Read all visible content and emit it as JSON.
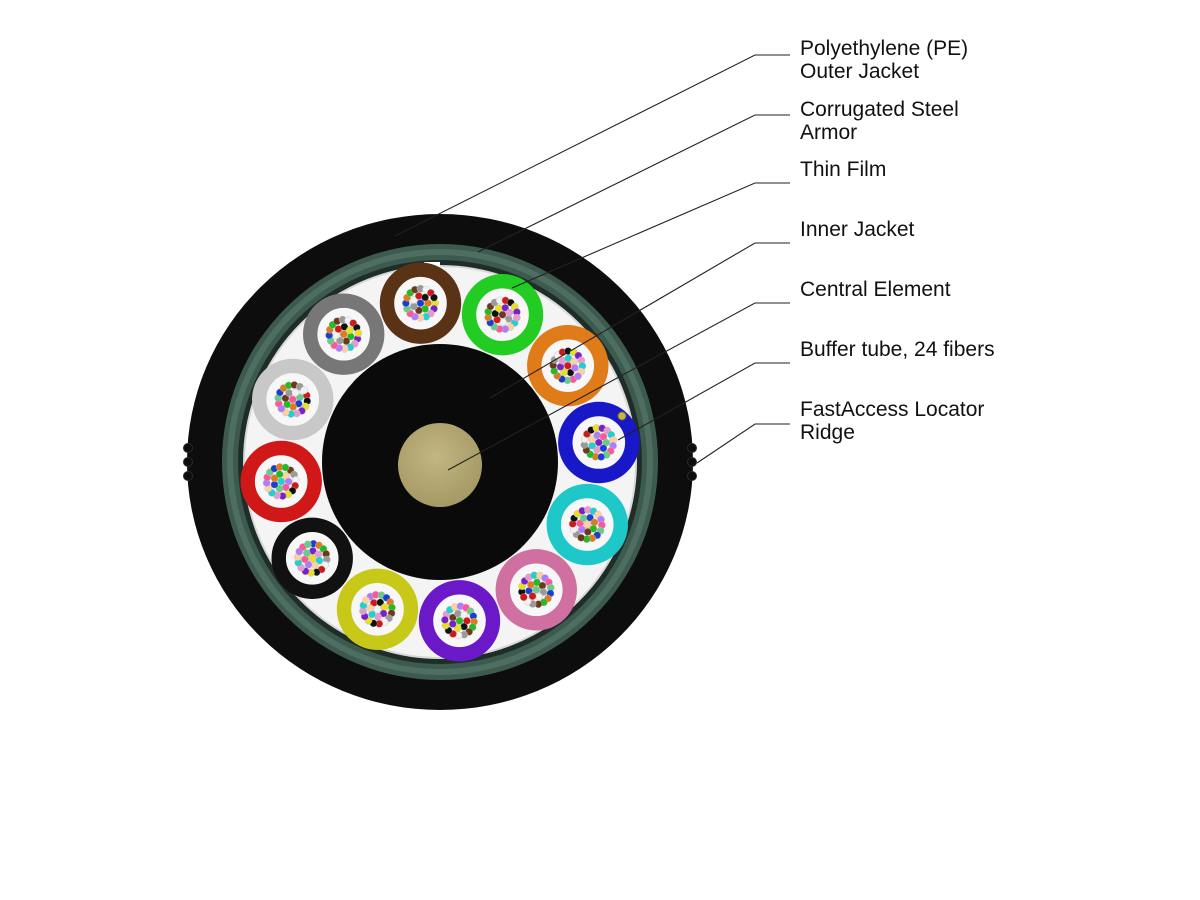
{
  "labels": [
    {
      "lines": [
        "Polyethylene (PE)",
        "Outer Jacket"
      ]
    },
    {
      "lines": [
        "Corrugated Steel",
        "Armor"
      ]
    },
    {
      "lines": [
        "Thin Film"
      ]
    },
    {
      "lines": [
        "Inner Jacket"
      ]
    },
    {
      "lines": [
        "Central Element"
      ]
    },
    {
      "lines": [
        "Buffer tube, 24 fibers"
      ]
    },
    {
      "lines": [
        "FastAccess Locator",
        "Ridge"
      ]
    }
  ],
  "colors": {
    "outer_jacket": "#0d0d0d",
    "armor": "#3d5a4f",
    "thin_film": "#f4f4f4",
    "inner_jacket": "#0a0a0a",
    "central_element": "#b5a874",
    "locator": "#c9b93a"
  },
  "buffer_tubes": [
    {
      "color": "#5a3316"
    },
    {
      "color": "#22cc22"
    },
    {
      "color": "#e07b1a"
    },
    {
      "color": "#1818c8"
    },
    {
      "color": "#1ec8c8"
    },
    {
      "color": "#d070a0"
    },
    {
      "color": "#6a18c8"
    },
    {
      "color": "#c8c818"
    },
    {
      "color": "#111111"
    },
    {
      "color": "#d01818"
    },
    {
      "color": "#c8c8c8"
    },
    {
      "color": "#777777"
    }
  ],
  "fiber_colors": [
    "#1a3fd0",
    "#e07b1a",
    "#22bb22",
    "#6b3a1a",
    "#9a9a9a",
    "#f2f2f2",
    "#d01818",
    "#111111",
    "#e8e020",
    "#7a20c8",
    "#e89ad0",
    "#20d0d0",
    "#ffd0a0",
    "#b07aff",
    "#ff5599",
    "#66cc88"
  ]
}
